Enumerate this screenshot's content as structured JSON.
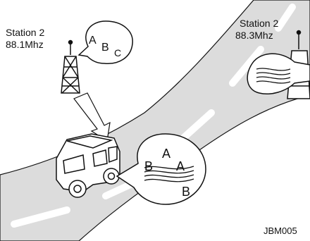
{
  "stations": [
    {
      "name": "Station 2",
      "frequency": "88.1Mhz"
    },
    {
      "name": "Station 2",
      "frequency": "88.3Mhz"
    }
  ],
  "bubble_left": {
    "letters": [
      "A",
      "B",
      "C"
    ]
  },
  "bubble_car": {
    "letters": [
      "A",
      "B",
      "A",
      "B"
    ]
  },
  "figure_code": "JBM005",
  "colors": {
    "road": "#dcdcdc",
    "lane": "#ffffff",
    "line": "#111111",
    "background": "#ffffff"
  },
  "icons": [
    "radio-tower-icon",
    "car-icon",
    "speech-bubble-icon"
  ]
}
